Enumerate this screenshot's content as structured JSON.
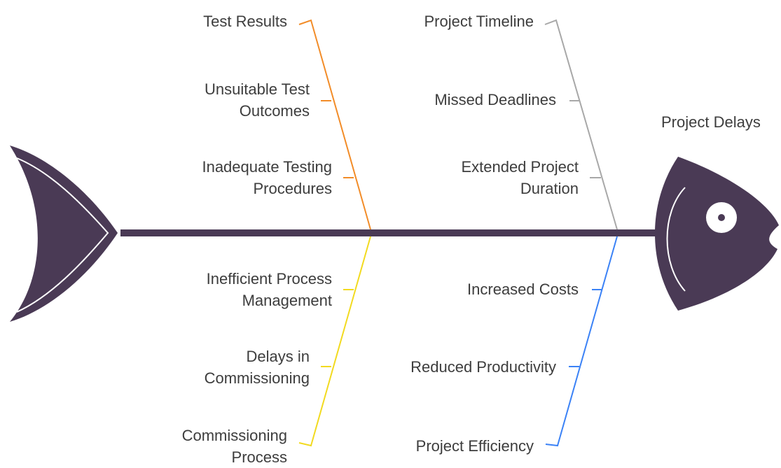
{
  "effect": {
    "label": "Project Delays"
  },
  "colors": {
    "fish": "#4a3a55",
    "spine": "#4a3a55",
    "orange": "#f28c28",
    "gray": "#a8a8a8",
    "yellow": "#f2da1f",
    "blue": "#3b82f6",
    "text": "#3d3d3d"
  },
  "branches": {
    "top_left": {
      "items": [
        {
          "lines": [
            "Test Results"
          ]
        },
        {
          "lines": [
            "Unsuitable Test",
            "Outcomes"
          ]
        },
        {
          "lines": [
            "Inadequate Testing",
            "Procedures"
          ]
        }
      ]
    },
    "top_right": {
      "items": [
        {
          "lines": [
            "Project Timeline"
          ]
        },
        {
          "lines": [
            "Missed Deadlines"
          ]
        },
        {
          "lines": [
            "Extended Project",
            "Duration"
          ]
        }
      ]
    },
    "bottom_left": {
      "items": [
        {
          "lines": [
            "Inefficient Process",
            "Management"
          ]
        },
        {
          "lines": [
            "Delays in",
            "Commissioning"
          ]
        },
        {
          "lines": [
            "Commissioning",
            "Process"
          ]
        }
      ]
    },
    "bottom_right": {
      "items": [
        {
          "lines": [
            "Increased Costs"
          ]
        },
        {
          "lines": [
            "Reduced Productivity"
          ]
        },
        {
          "lines": [
            "Project Efficiency"
          ]
        }
      ]
    }
  }
}
